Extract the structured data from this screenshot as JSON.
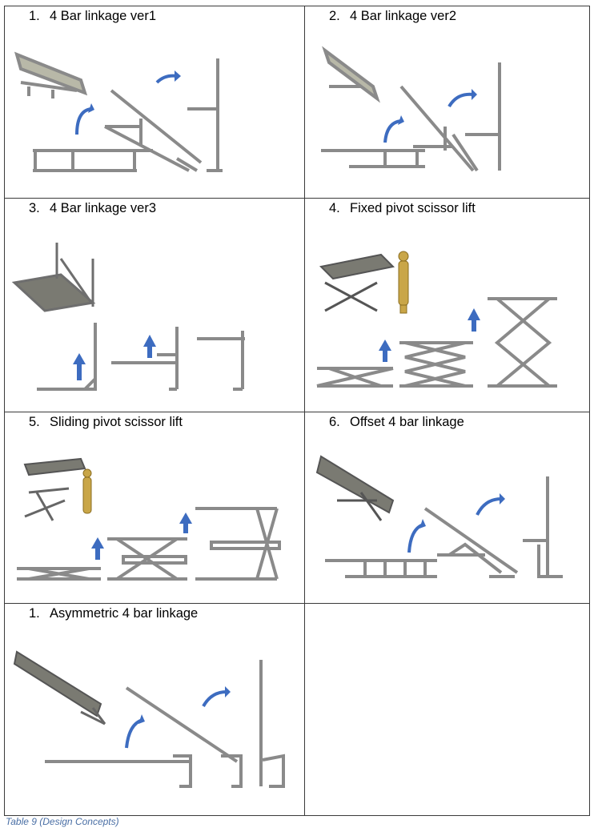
{
  "cells": [
    {
      "number": "1.",
      "title": "4 Bar linkage ver1"
    },
    {
      "number": "2.",
      "title": "4 Bar linkage ver2"
    },
    {
      "number": "3.",
      "title": "4 Bar linkage ver3"
    },
    {
      "number": "4.",
      "title": "Fixed pivot scissor lift"
    },
    {
      "number": "5.",
      "title": "Sliding pivot scissor lift"
    },
    {
      "number": "6.",
      "title": "Offset 4 bar linkage"
    },
    {
      "number": "1.",
      "title": "Asymmetric 4 bar linkage"
    }
  ],
  "caption": "Table 9 (Design Concepts)",
  "colors": {
    "linkage": "#8a8a8a",
    "arrow": "#3d6cc0",
    "figure": "#c9a648",
    "border": "#3a3a3a"
  }
}
